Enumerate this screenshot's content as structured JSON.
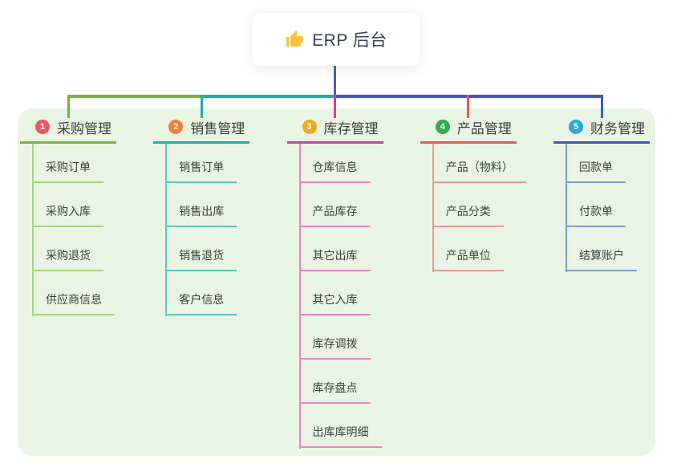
{
  "page": {
    "background": "#ffffff",
    "canvas_background": "#e9f5e4"
  },
  "root": {
    "title": "ERP 后台",
    "icon": "thumbs-up-icon",
    "icon_color": "#f9c23c",
    "connector_color": "#4e59c9"
  },
  "branches": [
    {
      "badge": "1",
      "label": "采购管理",
      "badge_color": "#f2555e",
      "line_color": "#76b43d",
      "child_line_color": "#a8d37d",
      "children": [
        "采购订单",
        "采购入库",
        "采购退货",
        "供应商信息"
      ]
    },
    {
      "badge": "2",
      "label": "销售管理",
      "badge_color": "#f87d35",
      "line_color": "#17b3a3",
      "child_line_color": "#5cc8bb",
      "children": [
        "销售订单",
        "销售出库",
        "销售退货",
        "客户信息"
      ]
    },
    {
      "badge": "3",
      "label": "库存管理",
      "badge_color": "#f9a61b",
      "line_color": "#d63c9d",
      "child_line_color": "#ef80c1",
      "children": [
        "仓库信息",
        "产品库存",
        "其它出库",
        "其它入库",
        "库存调拨",
        "库存盘点",
        "出库库明细"
      ]
    },
    {
      "badge": "4",
      "label": "产品管理",
      "badge_color": "#30ae4f",
      "line_color": "#ef5350",
      "child_line_color": "#f49795",
      "children": [
        "产品（物料）",
        "产品分类",
        "产品单位"
      ]
    },
    {
      "badge": "5",
      "label": "财务管理",
      "badge_color": "#2ca7dd",
      "line_color": "#4156be",
      "child_line_color": "#8297d8",
      "children": [
        "回款单",
        "付款单",
        "结算账户"
      ]
    }
  ]
}
